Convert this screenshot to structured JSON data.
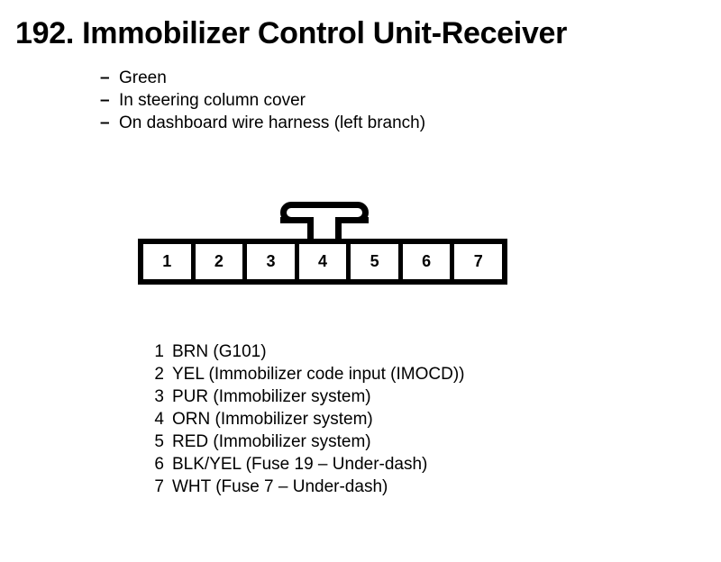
{
  "page": {
    "title": "192. Immobilizer Control Unit-Receiver",
    "background_color": "#ffffff",
    "ink_color": "#000000"
  },
  "description": {
    "dash": "–",
    "items": [
      "Green",
      "In steering column cover",
      "On dashboard wire harness (left branch)"
    ]
  },
  "connector": {
    "pin_count": 7,
    "pins": [
      "1",
      "2",
      "3",
      "4",
      "5",
      "6",
      "7"
    ],
    "tab_over_pin": "4"
  },
  "pin_legend": [
    {
      "number": "1",
      "label": "BRN (G101)"
    },
    {
      "number": "2",
      "label": "YEL (Immobilizer code input (IMOCD))"
    },
    {
      "number": "3",
      "label": "PUR (Immobilizer system)"
    },
    {
      "number": "4",
      "label": "ORN (Immobilizer system)"
    },
    {
      "number": "5",
      "label": "RED (Immobilizer system)"
    },
    {
      "number": "6",
      "label": "BLK/YEL (Fuse 19 – Under-dash)"
    },
    {
      "number": "7",
      "label": "WHT (Fuse 7 – Under-dash)"
    }
  ]
}
